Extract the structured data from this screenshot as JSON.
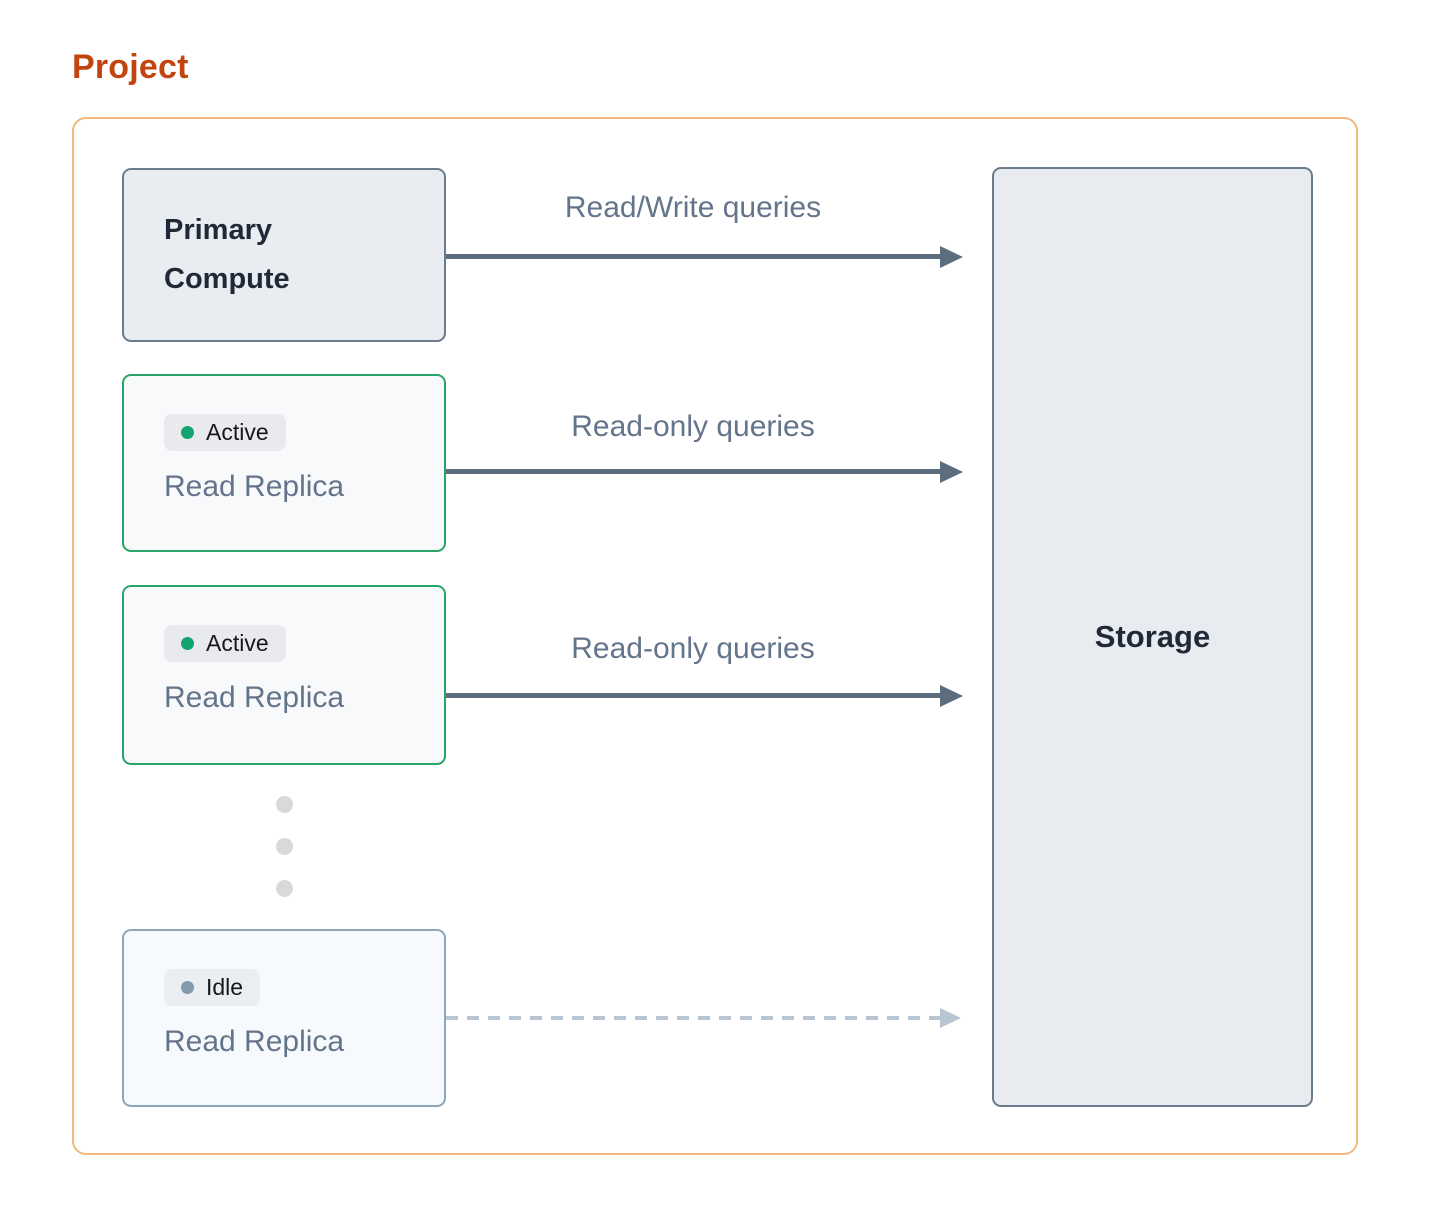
{
  "page": {
    "title": "Project"
  },
  "diagram": {
    "nodes": {
      "primary_compute": {
        "label": "Primary Compute",
        "type": "compute"
      },
      "replica_1": {
        "label": "Read Replica",
        "status": "Active"
      },
      "replica_2": {
        "label": "Read Replica",
        "status": "Active"
      },
      "replica_idle": {
        "label": "Read Replica",
        "status": "Idle"
      },
      "storage": {
        "label": "Storage"
      }
    },
    "edges": [
      {
        "from": "primary-compute",
        "to": "storage",
        "label": "Read/Write queries",
        "style": "solid"
      },
      {
        "from": "read-replica-1",
        "to": "storage",
        "label": "Read-only queries",
        "style": "solid"
      },
      {
        "from": "read-replica-2",
        "to": "storage",
        "label": "Read-only queries",
        "style": "solid"
      },
      {
        "from": "read-replica-idle",
        "to": "storage",
        "label": "",
        "style": "dashed"
      }
    ],
    "ellipsis": "three-vertical-dots"
  },
  "colors": {
    "title_text": "#C2450F",
    "project_border": "#F2B97E",
    "compute_fill": "#E9ECF0",
    "compute_border": "#6B7C8F",
    "node_text_dark": "#1F2937",
    "replica_active_border": "#2AA468",
    "replica_active_fill": "#F8F9FA",
    "replica_idle_border": "#8FA5BA",
    "replica_idle_fill": "#F7FAFD",
    "replica_label_text": "#64748B",
    "badge_bg": "#E9EAEE",
    "badge_text": "#16181A",
    "status_dot_active": "#12A371",
    "status_dot_idle": "#8599AC",
    "arrow_solid": "#5B6D7E",
    "arrow_dashed": "#B9C5D3",
    "ellipsis_dot": "#D9D9D9",
    "storage_fill": "#E8EBEF",
    "storage_border": "#6B7C8F"
  }
}
